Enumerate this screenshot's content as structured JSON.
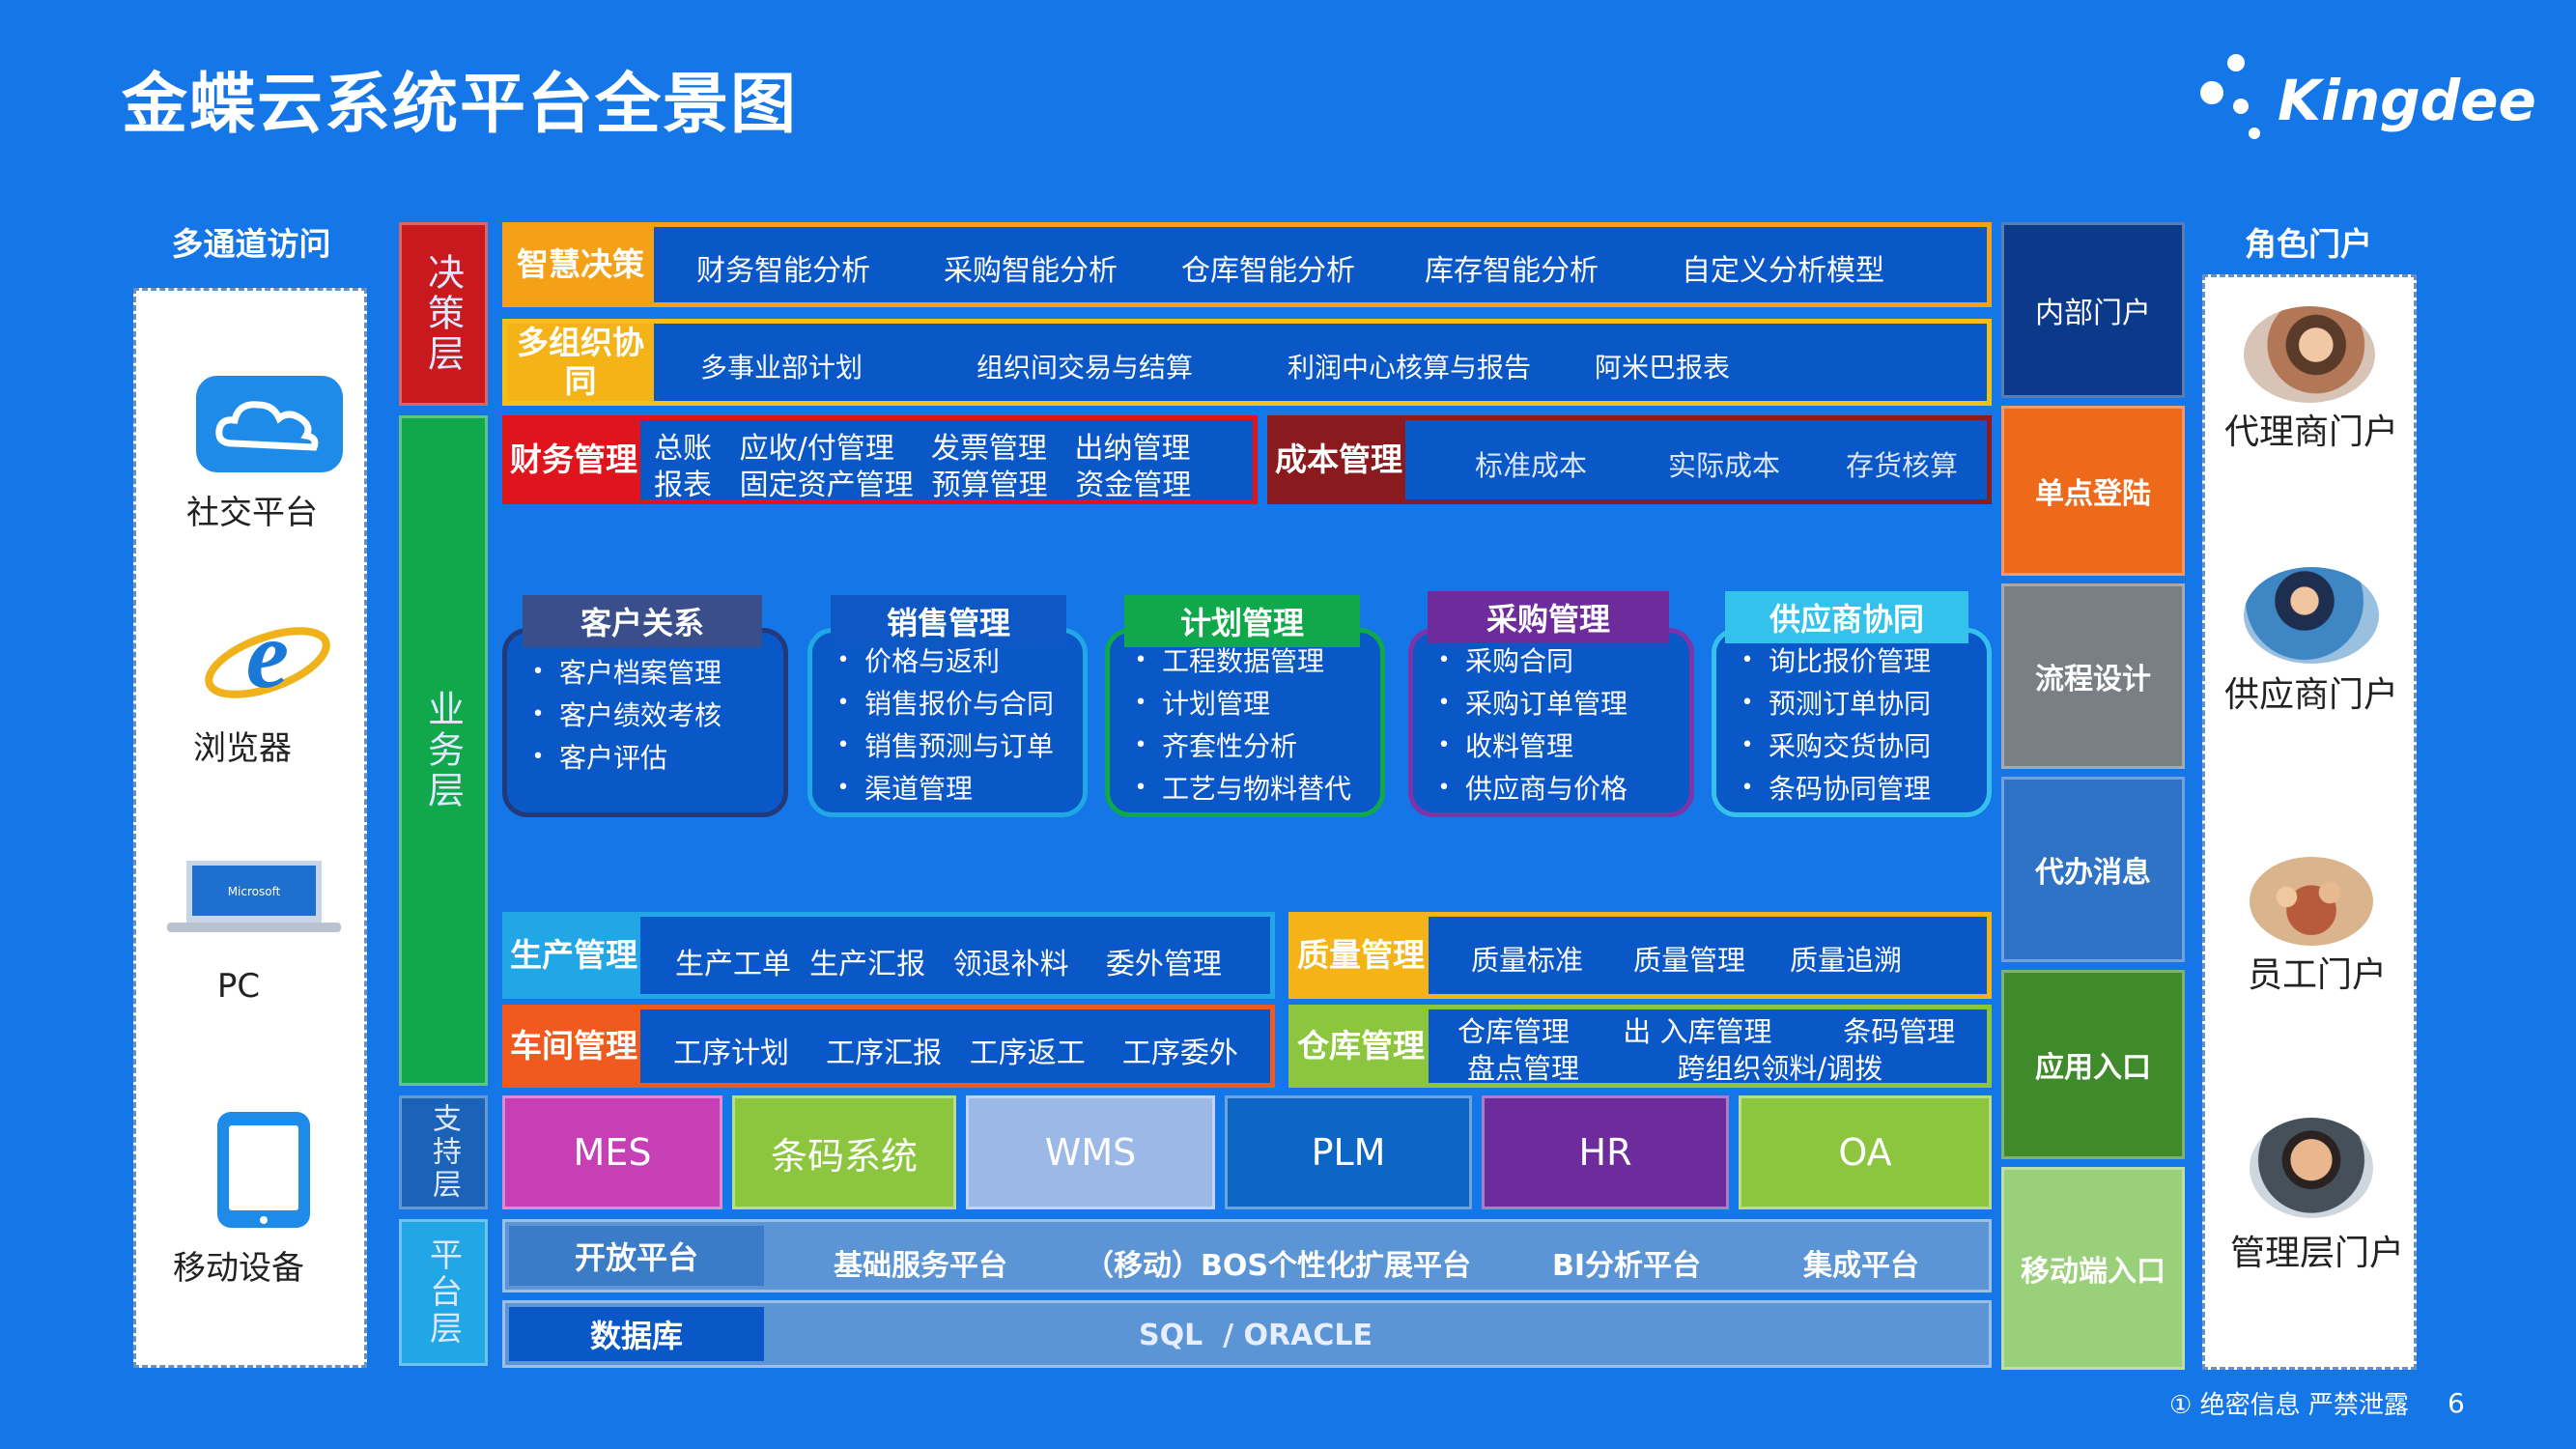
{
  "title": "金蝶云系统平台全景图",
  "logo": {
    "text": "Kingdee",
    "icon": "kingdee-dots-icon"
  },
  "channels": {
    "title": "多通道访问",
    "items": [
      {
        "label": "社交平台",
        "icon": "cloud-icon"
      },
      {
        "label": "浏览器",
        "icon": "ie-browser-icon"
      },
      {
        "label": "PC",
        "icon": "laptop-icon",
        "screen_text": "Microsoft"
      },
      {
        "label": "移动设备",
        "icon": "tablet-icon"
      }
    ]
  },
  "layers": {
    "decision": "决策层",
    "business": "业务层",
    "support": "支持层",
    "platform": "平台层"
  },
  "decision_rows": [
    {
      "tag": "智慧决策",
      "items": [
        "财务智能分析",
        "采购智能分析",
        "仓库智能分析",
        "库存智能分析",
        "自定义分析模型"
      ]
    },
    {
      "tag": "多组织协同",
      "items": [
        "多事业部计划",
        "组织间交易与结算",
        "利润中心核算与报告",
        "阿米巴报表"
      ]
    }
  ],
  "finance": {
    "tag": "财务管理",
    "line1": "总账   应收/付管理    发票管理   出纳管理",
    "line2": "报表   固定资产管理  预算管理   资金管理"
  },
  "cost": {
    "tag": "成本管理",
    "items": [
      "标准成本",
      "实际成本",
      "存货核算"
    ]
  },
  "modules": [
    {
      "title": "客户关系",
      "items": [
        "客户档案管理",
        "客户绩效考核",
        "客户评估"
      ]
    },
    {
      "title": "销售管理",
      "items": [
        "价格与返利",
        "销售报价与合同",
        "销售预测与订单",
        "渠道管理"
      ]
    },
    {
      "title": "计划管理",
      "items": [
        "工程数据管理",
        "计划管理",
        "齐套性分析",
        "工艺与物料替代"
      ]
    },
    {
      "title": "采购管理",
      "items": [
        "采购合同",
        "采购订单管理",
        "收料管理",
        "供应商与价格"
      ]
    },
    {
      "title": "供应商协同",
      "items": [
        "询比报价管理",
        "预测订单协同",
        "采购交货协同",
        "条码协同管理"
      ]
    }
  ],
  "production": {
    "tag": "生产管理",
    "text": "生产工单  生产汇报   领退补料    委外管理"
  },
  "workshop": {
    "tag": "车间管理",
    "text": "工序计划    工序汇报   工序返工    工序委外"
  },
  "quality": {
    "tag": "质量管理",
    "items": [
      "质量标准",
      "质量管理",
      "质量追溯"
    ]
  },
  "warehouse": {
    "tag": "仓库管理",
    "line1": "仓库管理      出 入库管理        条码管理",
    "line2": "盘点管理           跨组织领料/调拨"
  },
  "systems": [
    "MES",
    "条码系统",
    "WMS",
    "PLM",
    "HR",
    "OA"
  ],
  "platform": {
    "open": "开放平台",
    "items": [
      "基础服务平台",
      "（移动）BOS个性化扩展平台",
      "BI分析平台",
      "集成平台"
    ],
    "db": "数据库",
    "db_text": "SQL  / ORACLE"
  },
  "right_column": [
    "内部门户",
    "单点登陆",
    "流程设计",
    "代办消息",
    "应用入口",
    "移动端入口"
  ],
  "roles": {
    "title": "角色门户",
    "items": [
      {
        "label": "代理商门户"
      },
      {
        "label": "供应商门户"
      },
      {
        "label": "员工门户"
      },
      {
        "label": "管理层门户"
      }
    ]
  },
  "footer": {
    "note": "① 绝密信息 严禁泄露",
    "page": "6"
  }
}
